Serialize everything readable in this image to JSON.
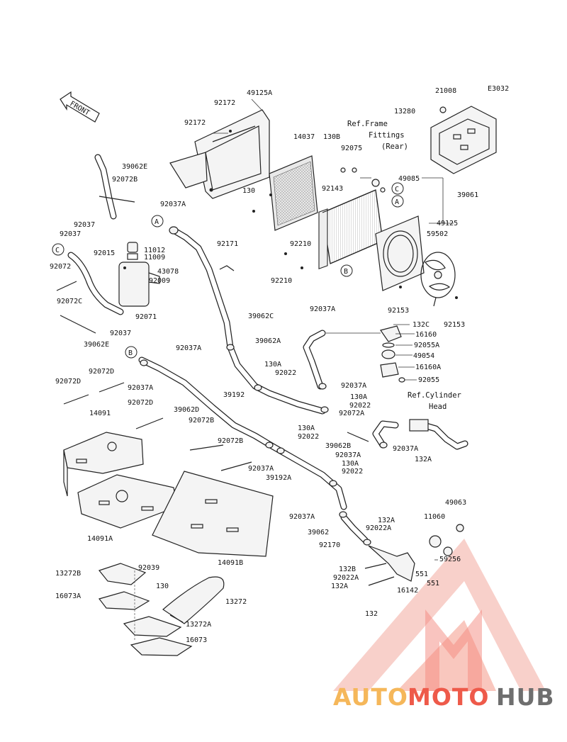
{
  "diagram": {
    "code": "E3032",
    "front_label": "FRONT",
    "ref_frame": [
      "Ref.Frame",
      "Fittings",
      "(Rear)"
    ],
    "ref_cylinder": [
      "Ref.Cylinder",
      "Head"
    ],
    "markers": {
      "a": "A",
      "b": "B",
      "c": "C"
    },
    "parts": {
      "p21008": "21008",
      "p13280": "13280",
      "p49125A": "49125A",
      "p92172a": "92172",
      "p92172b": "92172",
      "p14037": "14037",
      "p130B": "130B",
      "p92075": "92075",
      "p39062E_t": "39062E",
      "p92072B_t": "92072B",
      "p130_t": "130",
      "p92143": "92143",
      "p49085": "49085",
      "p39061": "39061",
      "p92037A_t": "92037A",
      "p49125": "49125",
      "p59502": "59502",
      "p92037_a": "92037",
      "p92037_b": "92037",
      "p11012": "11012",
      "p11009": "11009",
      "p92015": "92015",
      "p43078": "43078",
      "p92009": "92009",
      "p92072": "92072",
      "p92072C": "92072C",
      "p92071": "92071",
      "p92037_c": "92037",
      "p39062E_b": "39062E",
      "p92171": "92171",
      "p92210a": "92210",
      "p92210b": "92210",
      "p92153a": "92153",
      "p92153b": "92153",
      "p39062C": "39062C",
      "p92037A_1": "92037A",
      "p39062A": "39062A",
      "p132C": "132C",
      "p16160": "16160",
      "p92055A": "92055A",
      "p49054": "49054",
      "p16160A": "16160A",
      "p92055": "92055",
      "p92037A_2": "92037A",
      "p130A_1": "130A",
      "p92022_1": "92022",
      "p39192": "39192",
      "p92037A_3": "92037A",
      "p130A_2": "130A",
      "p92022_2": "92022",
      "p92072A": "92072A",
      "p92072D_1": "92072D",
      "p92072D_2": "92072D",
      "p92037A_4": "92037A",
      "p39062D": "39062D",
      "p14091": "14091",
      "p92072D_3": "92072D",
      "p92072B_m": "92072B",
      "p92072B_m2": "92072B",
      "p130A_3": "130A",
      "p92022_3": "92022",
      "p39062B": "39062B",
      "p92037A_5": "92037A",
      "p92037A_6": "92037A",
      "p132A_1": "132A",
      "p92037A_7": "92037A",
      "p130A_4": "130A",
      "p92022_4": "92022",
      "p39192A": "39192A",
      "p14091A": "14091A",
      "p14091B": "14091B",
      "p92037A_8": "92037A",
      "p132A_2": "132A",
      "p11060": "11060",
      "p49063": "49063",
      "p39062": "39062",
      "p92022A_1": "92022A",
      "p92170": "92170",
      "p551a": "551",
      "p59256": "59256",
      "p551b": "551",
      "p132B": "132B",
      "p92022A_2": "92022A",
      "p132A_3": "132A",
      "p16142": "16142",
      "p132": "132",
      "p13272B": "13272B",
      "p92039": "92039",
      "p16073A": "16073A",
      "p130_b": "130",
      "p13272": "13272",
      "p13272A": "13272A",
      "p16073": "16073"
    }
  },
  "watermark": {
    "part1": "AUTO",
    "part2": "MOTO",
    "part3": "HUB",
    "color_orange": "#f5b75a",
    "color_red": "#ee5a4a",
    "color_grey": "#6e6e6e"
  }
}
